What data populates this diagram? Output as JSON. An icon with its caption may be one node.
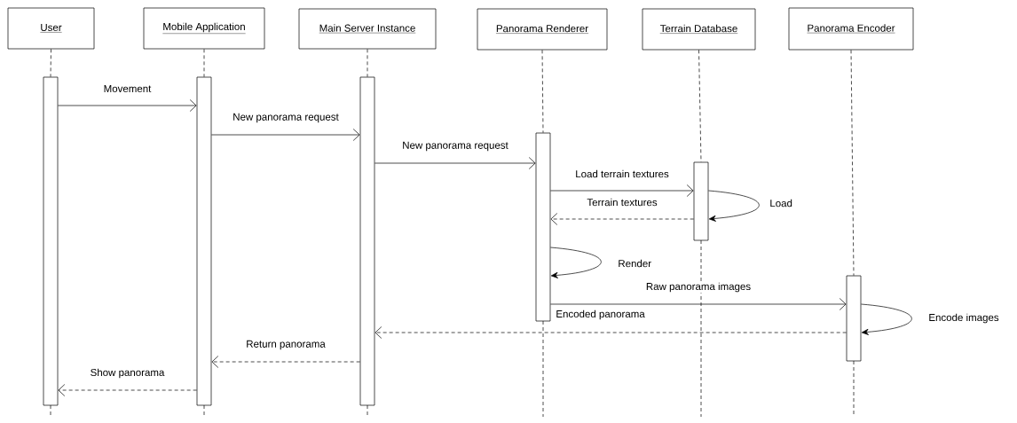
{
  "diagram": {
    "nodes": [
      {
        "text": [
          "User"
        ]
      },
      {
        "text": [
          "Mobile Application"
        ]
      },
      {
        "text": [
          "Main Server Instance"
        ]
      },
      {
        "text": [
          "Panorama Renderer"
        ]
      },
      {
        "text": [
          "Terrain Database"
        ]
      },
      {
        "text": [
          "Panorama Encoder"
        ]
      },
      {
        "text": [],
        "shape": "bar"
      },
      {
        "text": [],
        "shape": "bar"
      },
      {
        "text": [],
        "shape": "bar"
      },
      {
        "text": [],
        "shape": "bar"
      },
      {
        "text": [],
        "shape": "bar"
      },
      {
        "text": [],
        "shape": "bar"
      }
    ],
    "edges": [
      {
        "from": 6,
        "to": 7,
        "arrow": "to",
        "label": "Movement"
      },
      {
        "from": 7,
        "to": 8,
        "arrow": "to",
        "label": "New panorama request"
      },
      {
        "from": 8,
        "to": 9,
        "arrow": "to",
        "label": "New panorama request"
      },
      {
        "from": 9,
        "to": 10,
        "arrow": "to",
        "label": "Load terrain textures"
      },
      {
        "from": 10,
        "to": 9,
        "arrow": "to",
        "label": "Terrain textures",
        "style": "dashed"
      },
      {
        "from": 10,
        "to": 10,
        "arrow": "to",
        "label": "Load"
      },
      {
        "from": 9,
        "to": 9,
        "arrow": "to",
        "label": "Render"
      },
      {
        "from": 9,
        "to": 11,
        "arrow": "to",
        "label": "Raw panorama images"
      },
      {
        "from": 11,
        "to": 11,
        "arrow": "to",
        "label": "Encode images"
      },
      {
        "from": 11,
        "to": 8,
        "arrow": "to",
        "label": "Encoded panorama",
        "style": "dashed"
      },
      {
        "from": 8,
        "to": 7,
        "arrow": "to",
        "label": "Return panorama",
        "style": "dashed"
      },
      {
        "from": 7,
        "to": 6,
        "arrow": "to",
        "label": "Show panorama",
        "style": "dashed"
      },
      {
        "from": 0,
        "to": 6,
        "arrow": "none",
        "style": "dashed"
      },
      {
        "from": 1,
        "to": 7,
        "arrow": "none",
        "style": "dashed"
      },
      {
        "from": 2,
        "to": 8,
        "arrow": "none",
        "style": "dashed"
      },
      {
        "from": 3,
        "to": 9,
        "arrow": "none",
        "style": "dashed"
      },
      {
        "from": 4,
        "to": 10,
        "arrow": "none",
        "style": "dashed"
      },
      {
        "from": 5,
        "to": 11,
        "arrow": "none",
        "style": "dashed"
      }
    ]
  }
}
